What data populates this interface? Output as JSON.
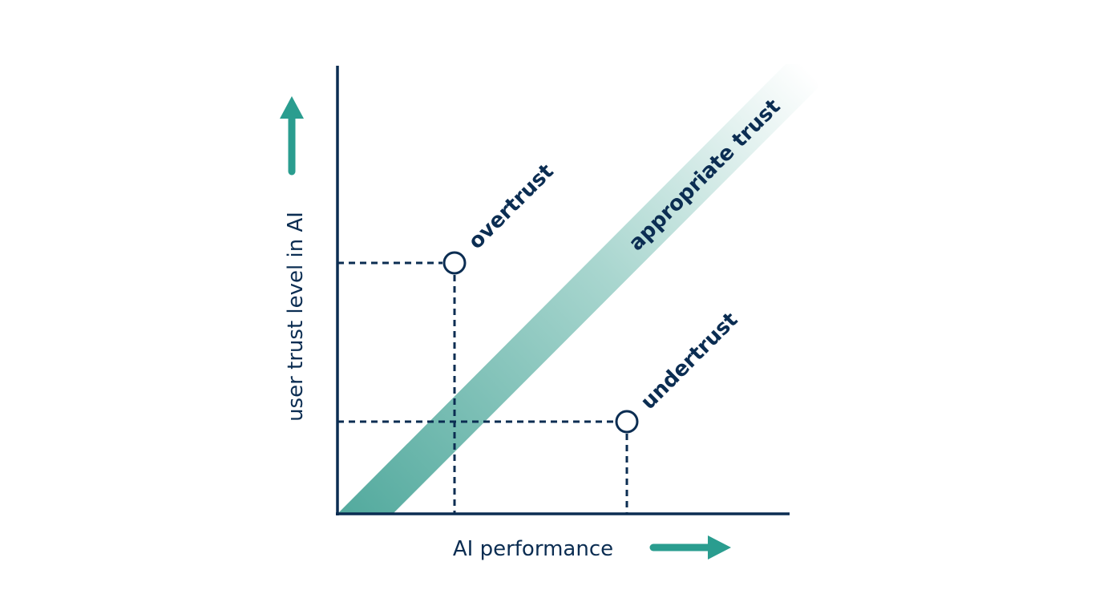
{
  "labels": {
    "y_axis": "user trust level in AI",
    "x_axis": "AI performance",
    "band": "appropriate trust",
    "overtrust": "overtrust",
    "undertrust": "undertrust"
  },
  "colors": {
    "axis": "#0b2d52",
    "accent": "#2a9d8f",
    "band_start": "#55ab9f",
    "band_end": "#ffffff"
  },
  "icons": {
    "y_arrow": "arrow-up-icon",
    "x_arrow": "arrow-right-icon"
  }
}
